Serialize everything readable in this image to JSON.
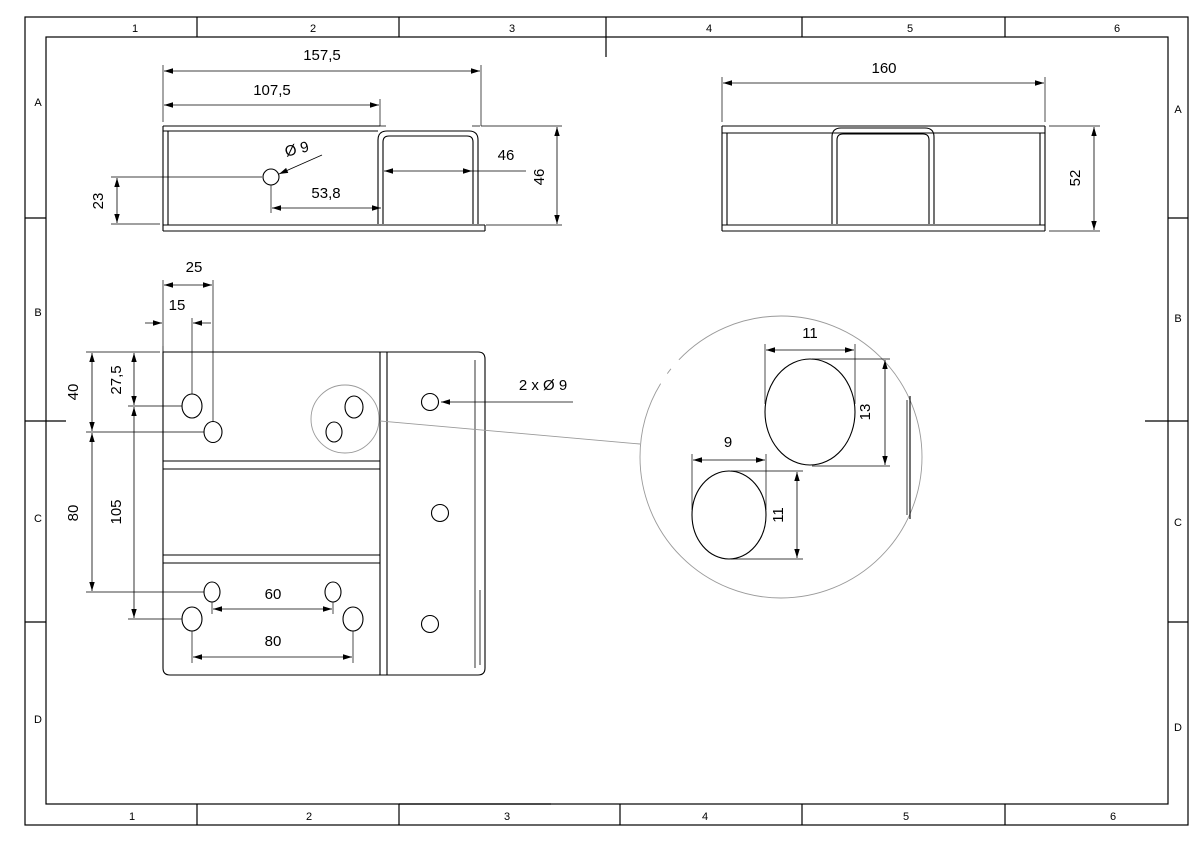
{
  "border": {
    "columns": [
      "1",
      "2",
      "3",
      "4",
      "5",
      "6"
    ],
    "rows": [
      "A",
      "B",
      "C",
      "D"
    ]
  },
  "front_view": {
    "overall_width": "157,5",
    "inner_width": "107,5",
    "hole_label": "Ø 9",
    "hole_height": "23",
    "hole_offset": "53,8",
    "channel_height": "46",
    "total_height": "46"
  },
  "side_view": {
    "width": "160",
    "height": "52"
  },
  "top_view": {
    "d25": "25",
    "d15": "15",
    "d40": "40",
    "d27_5": "27,5",
    "d80_left": "80",
    "d105": "105",
    "d60": "60",
    "d80_bottom": "80",
    "holes_label": "2 x Ø 9"
  },
  "detail_view": {
    "width_top": "11",
    "height_top": "13",
    "width_bottom": "9",
    "height_bottom": "11"
  }
}
